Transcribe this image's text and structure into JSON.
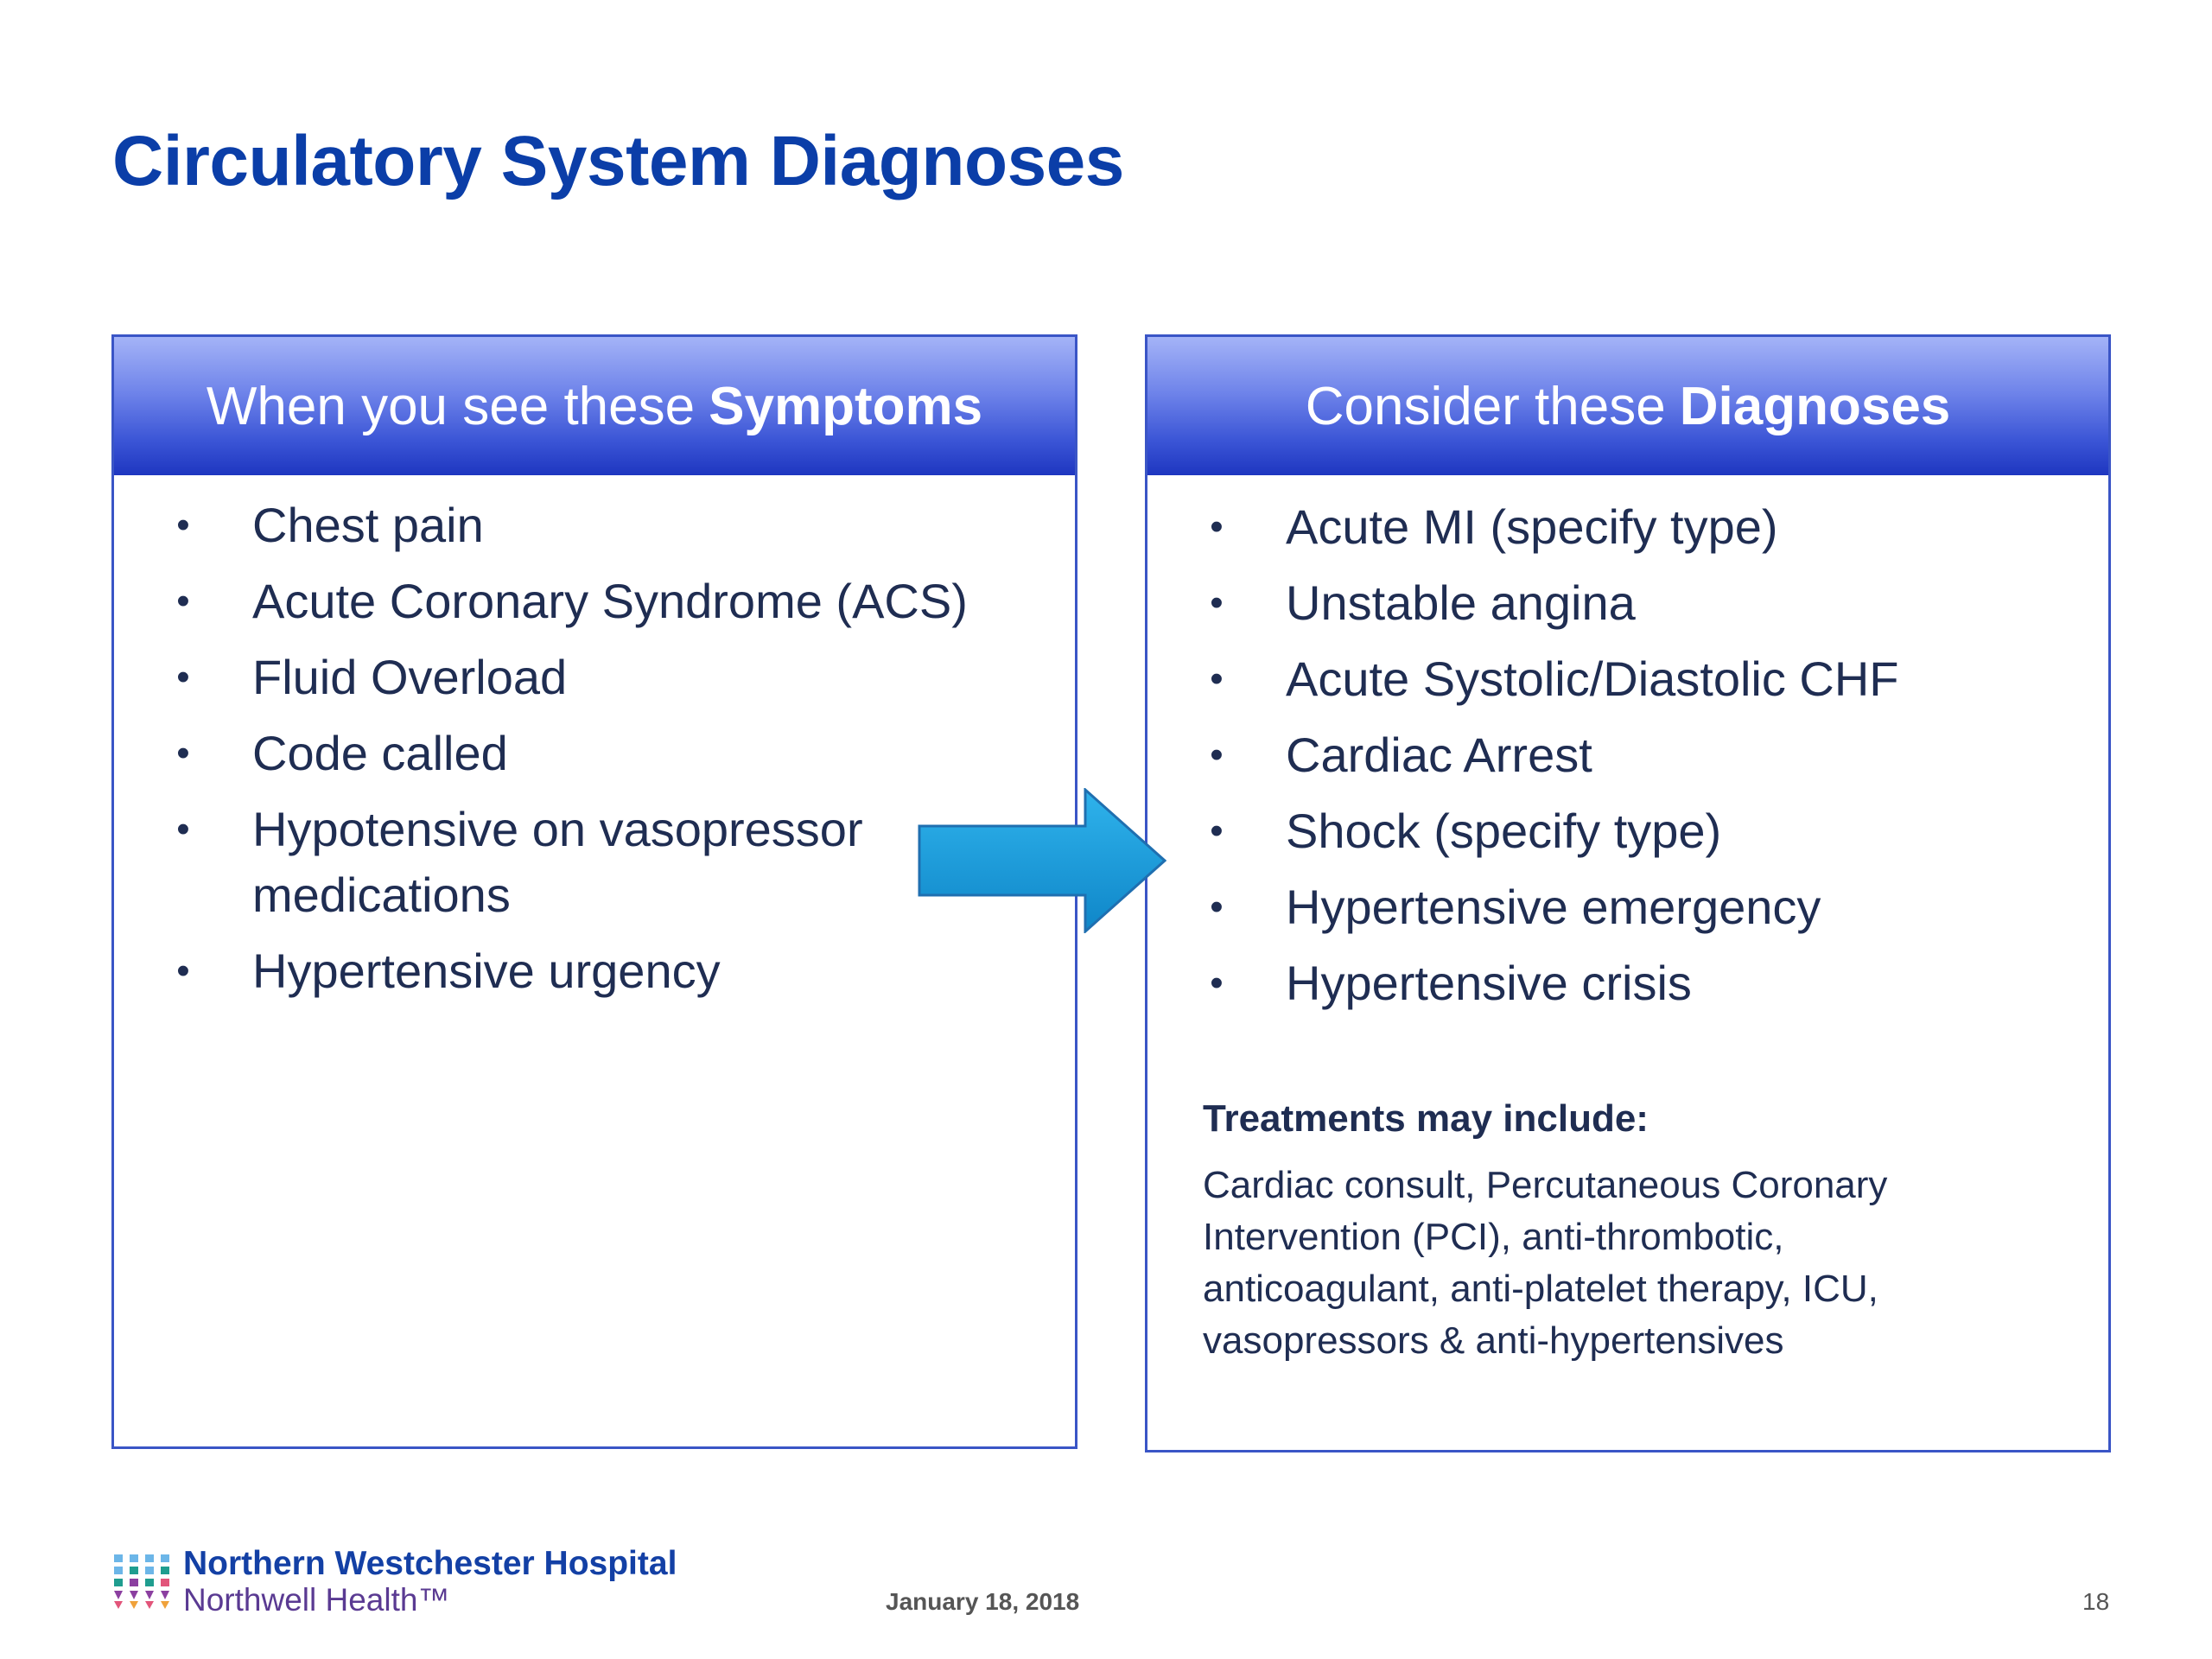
{
  "slide": {
    "title": "Circulatory System Diagnoses"
  },
  "symptoms_panel": {
    "header_prefix": "When you see these",
    "header_emphasis": "Symptoms",
    "items": [
      "Chest pain",
      "Acute Coronary Syndrome (ACS)",
      "Fluid Overload",
      "Code called",
      "Hypotensive on vasopressor medications",
      "Hypertensive urgency"
    ]
  },
  "diagnoses_panel": {
    "header_prefix": "Consider these",
    "header_emphasis": "Diagnoses",
    "items": [
      "Acute MI (specify type)",
      "Unstable angina",
      "Acute Systolic/Diastolic CHF",
      "Cardiac Arrest",
      "Shock (specify type)",
      "Hypertensive emergency",
      "Hypertensive crisis"
    ],
    "treatments_heading": "Treatments may include:",
    "treatments_text": "Cardiac consult, Percutaneous Coronary Intervention (PCI), anti-thrombotic, anticoagulant, anti-platelet therapy, ICU, vasopressors & anti-hypertensives"
  },
  "bullet_glyph": "•",
  "arrow_icon": "right-arrow-icon",
  "footer": {
    "logo_line1": "Northern Westchester Hospital",
    "logo_line2": "Northwell Health™",
    "date": "January 18, 2018",
    "page_number": "18"
  },
  "colors": {
    "title": "#0b3ea8",
    "panel_border": "#3a55c6",
    "header_gradient_top": "#a4b3f7",
    "header_gradient_bottom": "#1e36c0",
    "body_text": "#1f2d52",
    "arrow_fill": "#1a9ad9"
  }
}
